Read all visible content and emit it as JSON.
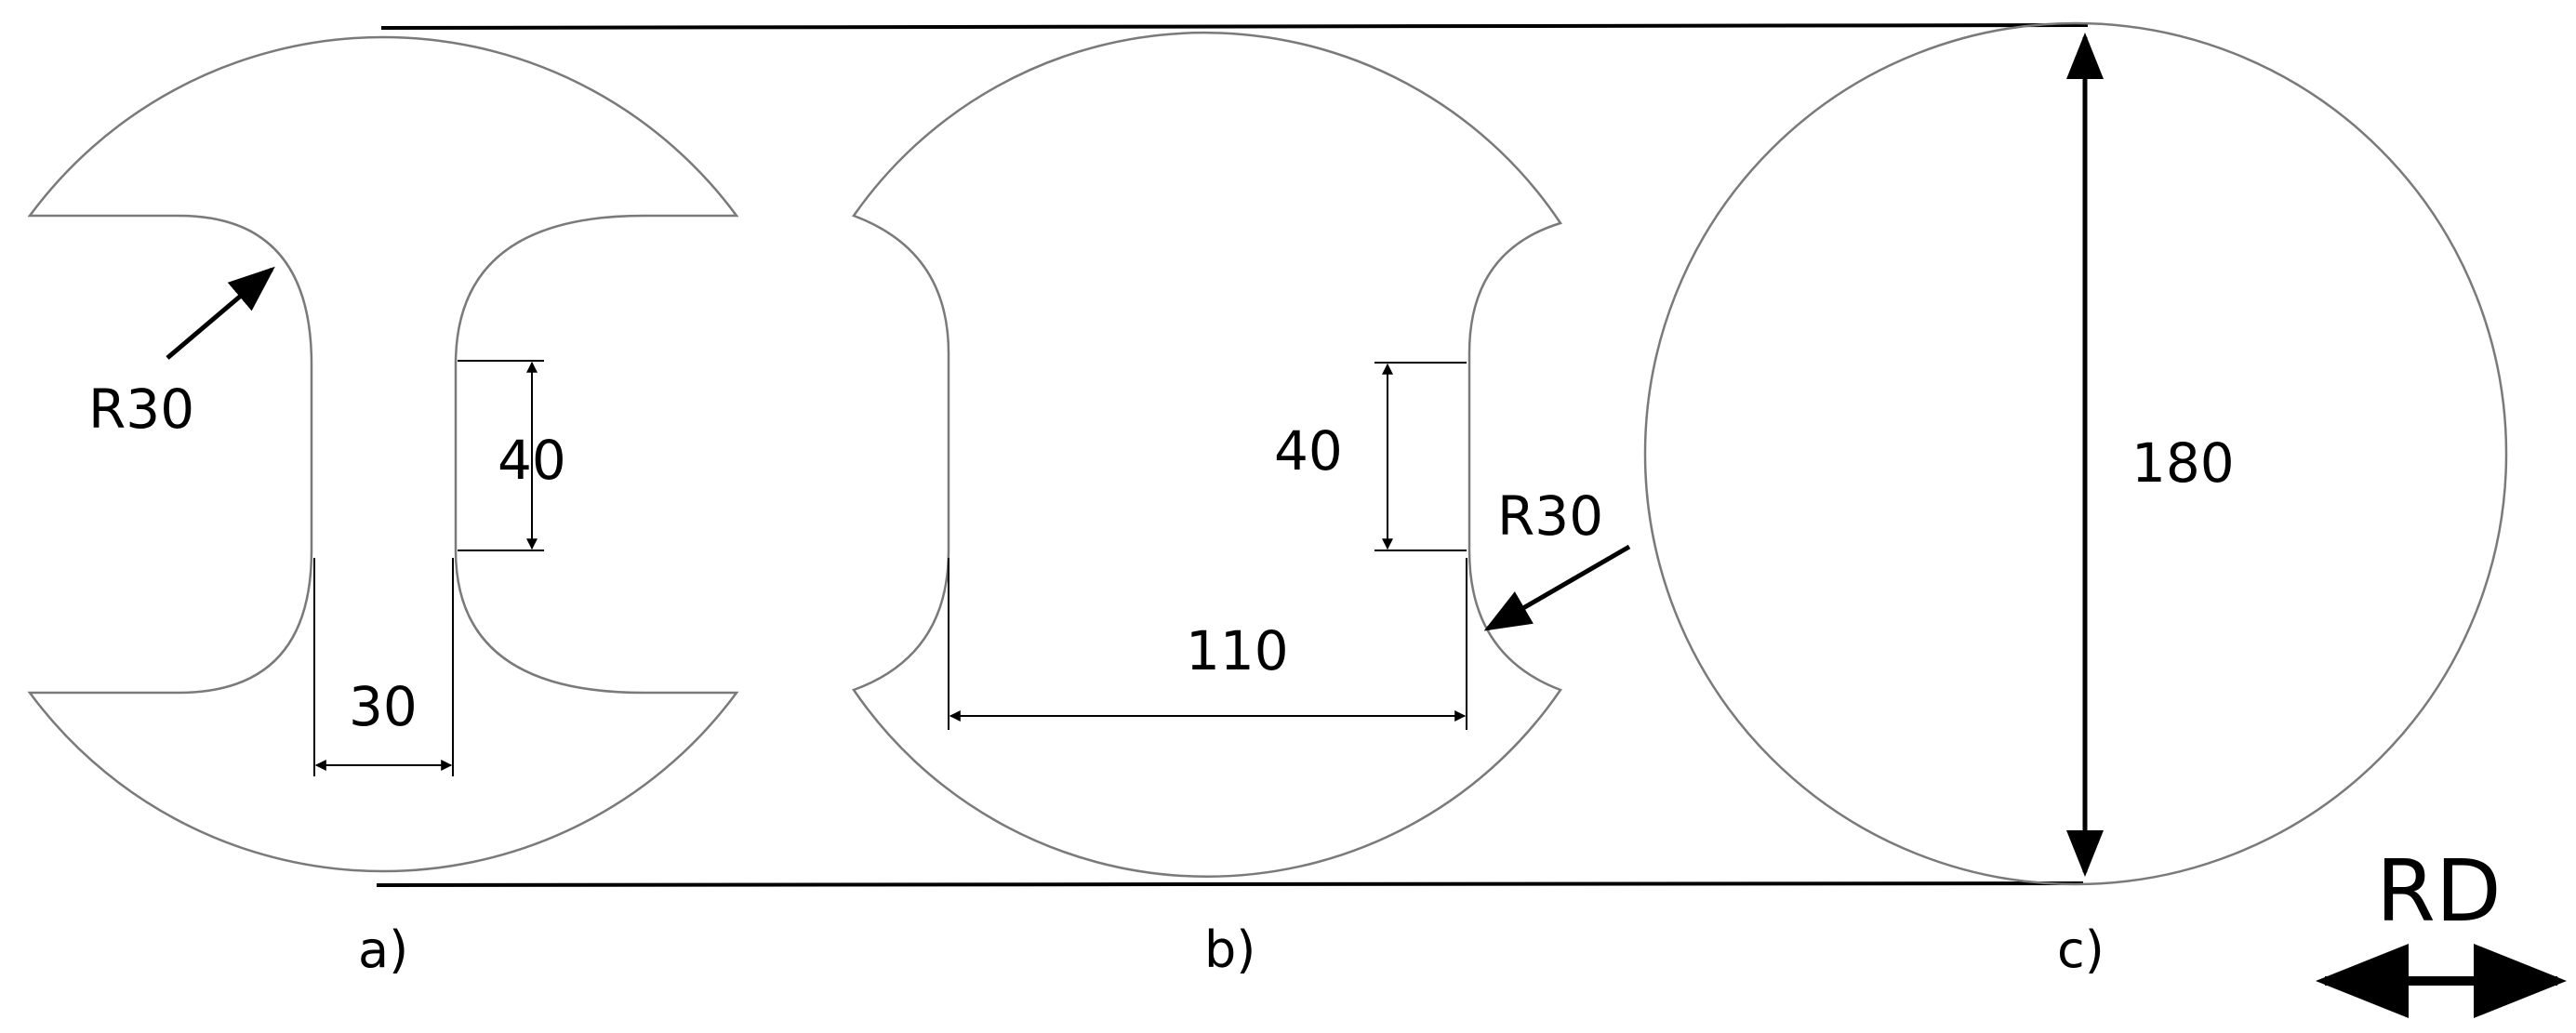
{
  "diagram": {
    "specimens": [
      {
        "id": "a",
        "caption": "a)",
        "width_label": "30",
        "gauge_label": "40",
        "radius_label": "R30"
      },
      {
        "id": "b",
        "caption": "b)",
        "width_label": "110",
        "gauge_label": "40",
        "radius_label": "R30"
      },
      {
        "id": "c",
        "caption": "c)",
        "diameter_label": "180"
      }
    ],
    "direction": {
      "label": "RD"
    }
  }
}
